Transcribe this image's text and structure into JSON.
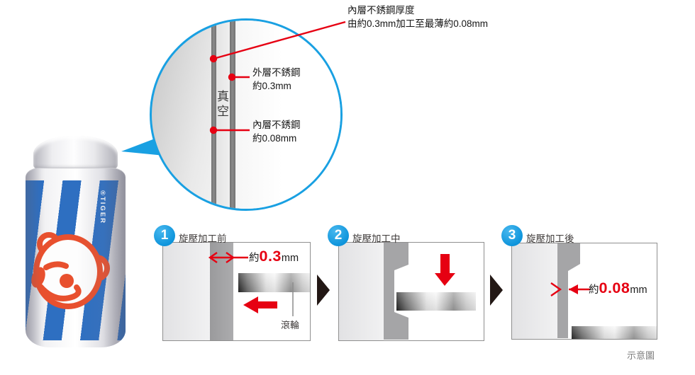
{
  "magnifier": {
    "vacuum": "真空",
    "top_note_line1": "內層不銹鋼厚度",
    "top_note_line2": "由約0.3mm加工至最薄約0.08mm",
    "outer_title": "外層不銹鋼",
    "outer_value": "約0.3mm",
    "inner_title": "內層不銹鋼",
    "inner_value": "約0.08mm"
  },
  "bottle": {
    "mark": "®",
    "brand": "TIGER"
  },
  "steps": [
    {
      "num": "1",
      "title": "旋壓加工前",
      "approx": "約",
      "value": "0.3",
      "unit": "mm",
      "roller": "滾輪"
    },
    {
      "num": "2",
      "title": "旋壓加工中"
    },
    {
      "num": "3",
      "title": "旋壓加工後",
      "approx": "約",
      "value": "0.08",
      "unit": "mm"
    }
  ],
  "footnote": "示意圖",
  "colors": {
    "accent_blue": "#19A0E2",
    "red": "#E60012",
    "stripe_blue": "#2E6FC1",
    "tiger_orange": "#E8502E",
    "wall_gray": "#8B8B8B",
    "arrow_black": "#231815"
  }
}
